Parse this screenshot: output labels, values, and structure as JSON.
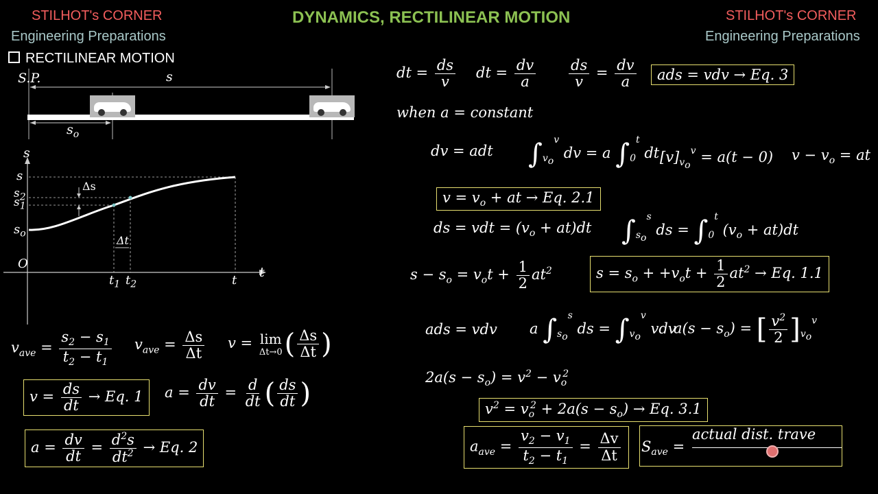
{
  "header": {
    "brand_left": "STILHOT's CORNER",
    "sub_left": "Engineering Preparations",
    "brand_right": "STILHOT's CORNER",
    "sub_right": "Engineering Preparations",
    "title": "DYNAMICS, RECTILINEAR MOTION",
    "section": "RECTILINEAR MOTION"
  },
  "diagram": {
    "sp": "S.P.",
    "s": "s",
    "so": "s",
    "so_sub": "o"
  },
  "graph": {
    "y_axis": "s",
    "x_axis": "t",
    "origin": "O",
    "y_s": "s",
    "y_s2": "s",
    "y_s1": "s",
    "y_so": "s",
    "ds": "Δs",
    "dt": "Δt",
    "t1": "t",
    "t2": "t",
    "t": "t"
  },
  "eq": {
    "vave_text": "v",
    "vave_sub": "ave",
    "eq1_label": "→ Eq. 1",
    "eq2_label": "→ Eq. 2",
    "eq3_label": "→ Eq. 3",
    "eq21_label": "→ Eq. 2.1",
    "eq11_label": "→ Eq. 1.1",
    "eq31_label": "→ Eq. 3.1",
    "when": "when a = constant",
    "dv_adt": "dv = adt",
    "v_line": "v = v",
    "ds_vdt": "ds = vdt = (v",
    "ads_vdv": "ads = vdv",
    "ads_box": "ads = vdv",
    "s_line": "s − s",
    "two_a": "2a(s − s",
    "save_num": "actual dist. trave",
    "save_text": "S",
    "save_sub": "ave",
    "aave_text": "a",
    "aave_sub": "ave"
  }
}
